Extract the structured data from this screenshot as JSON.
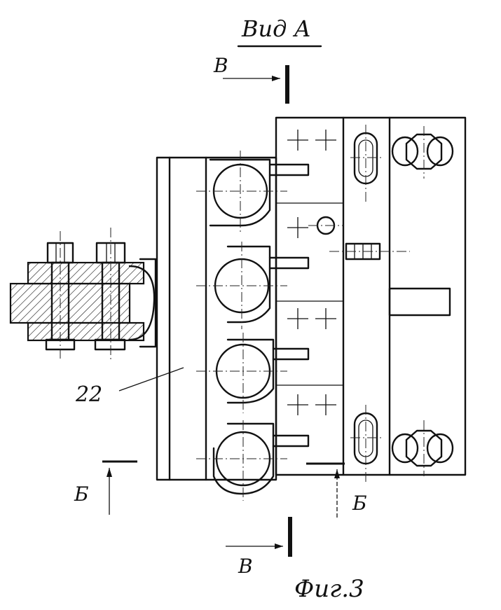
{
  "view_title": "Вид А",
  "section_bb_left": "В",
  "section_bb_right": "В",
  "section_b_left": "Б",
  "section_b_right": "Б",
  "part_number": "22",
  "figure_caption": "Фиг.3",
  "colors": {
    "ink": "#111111",
    "paper": "#ffffff"
  }
}
